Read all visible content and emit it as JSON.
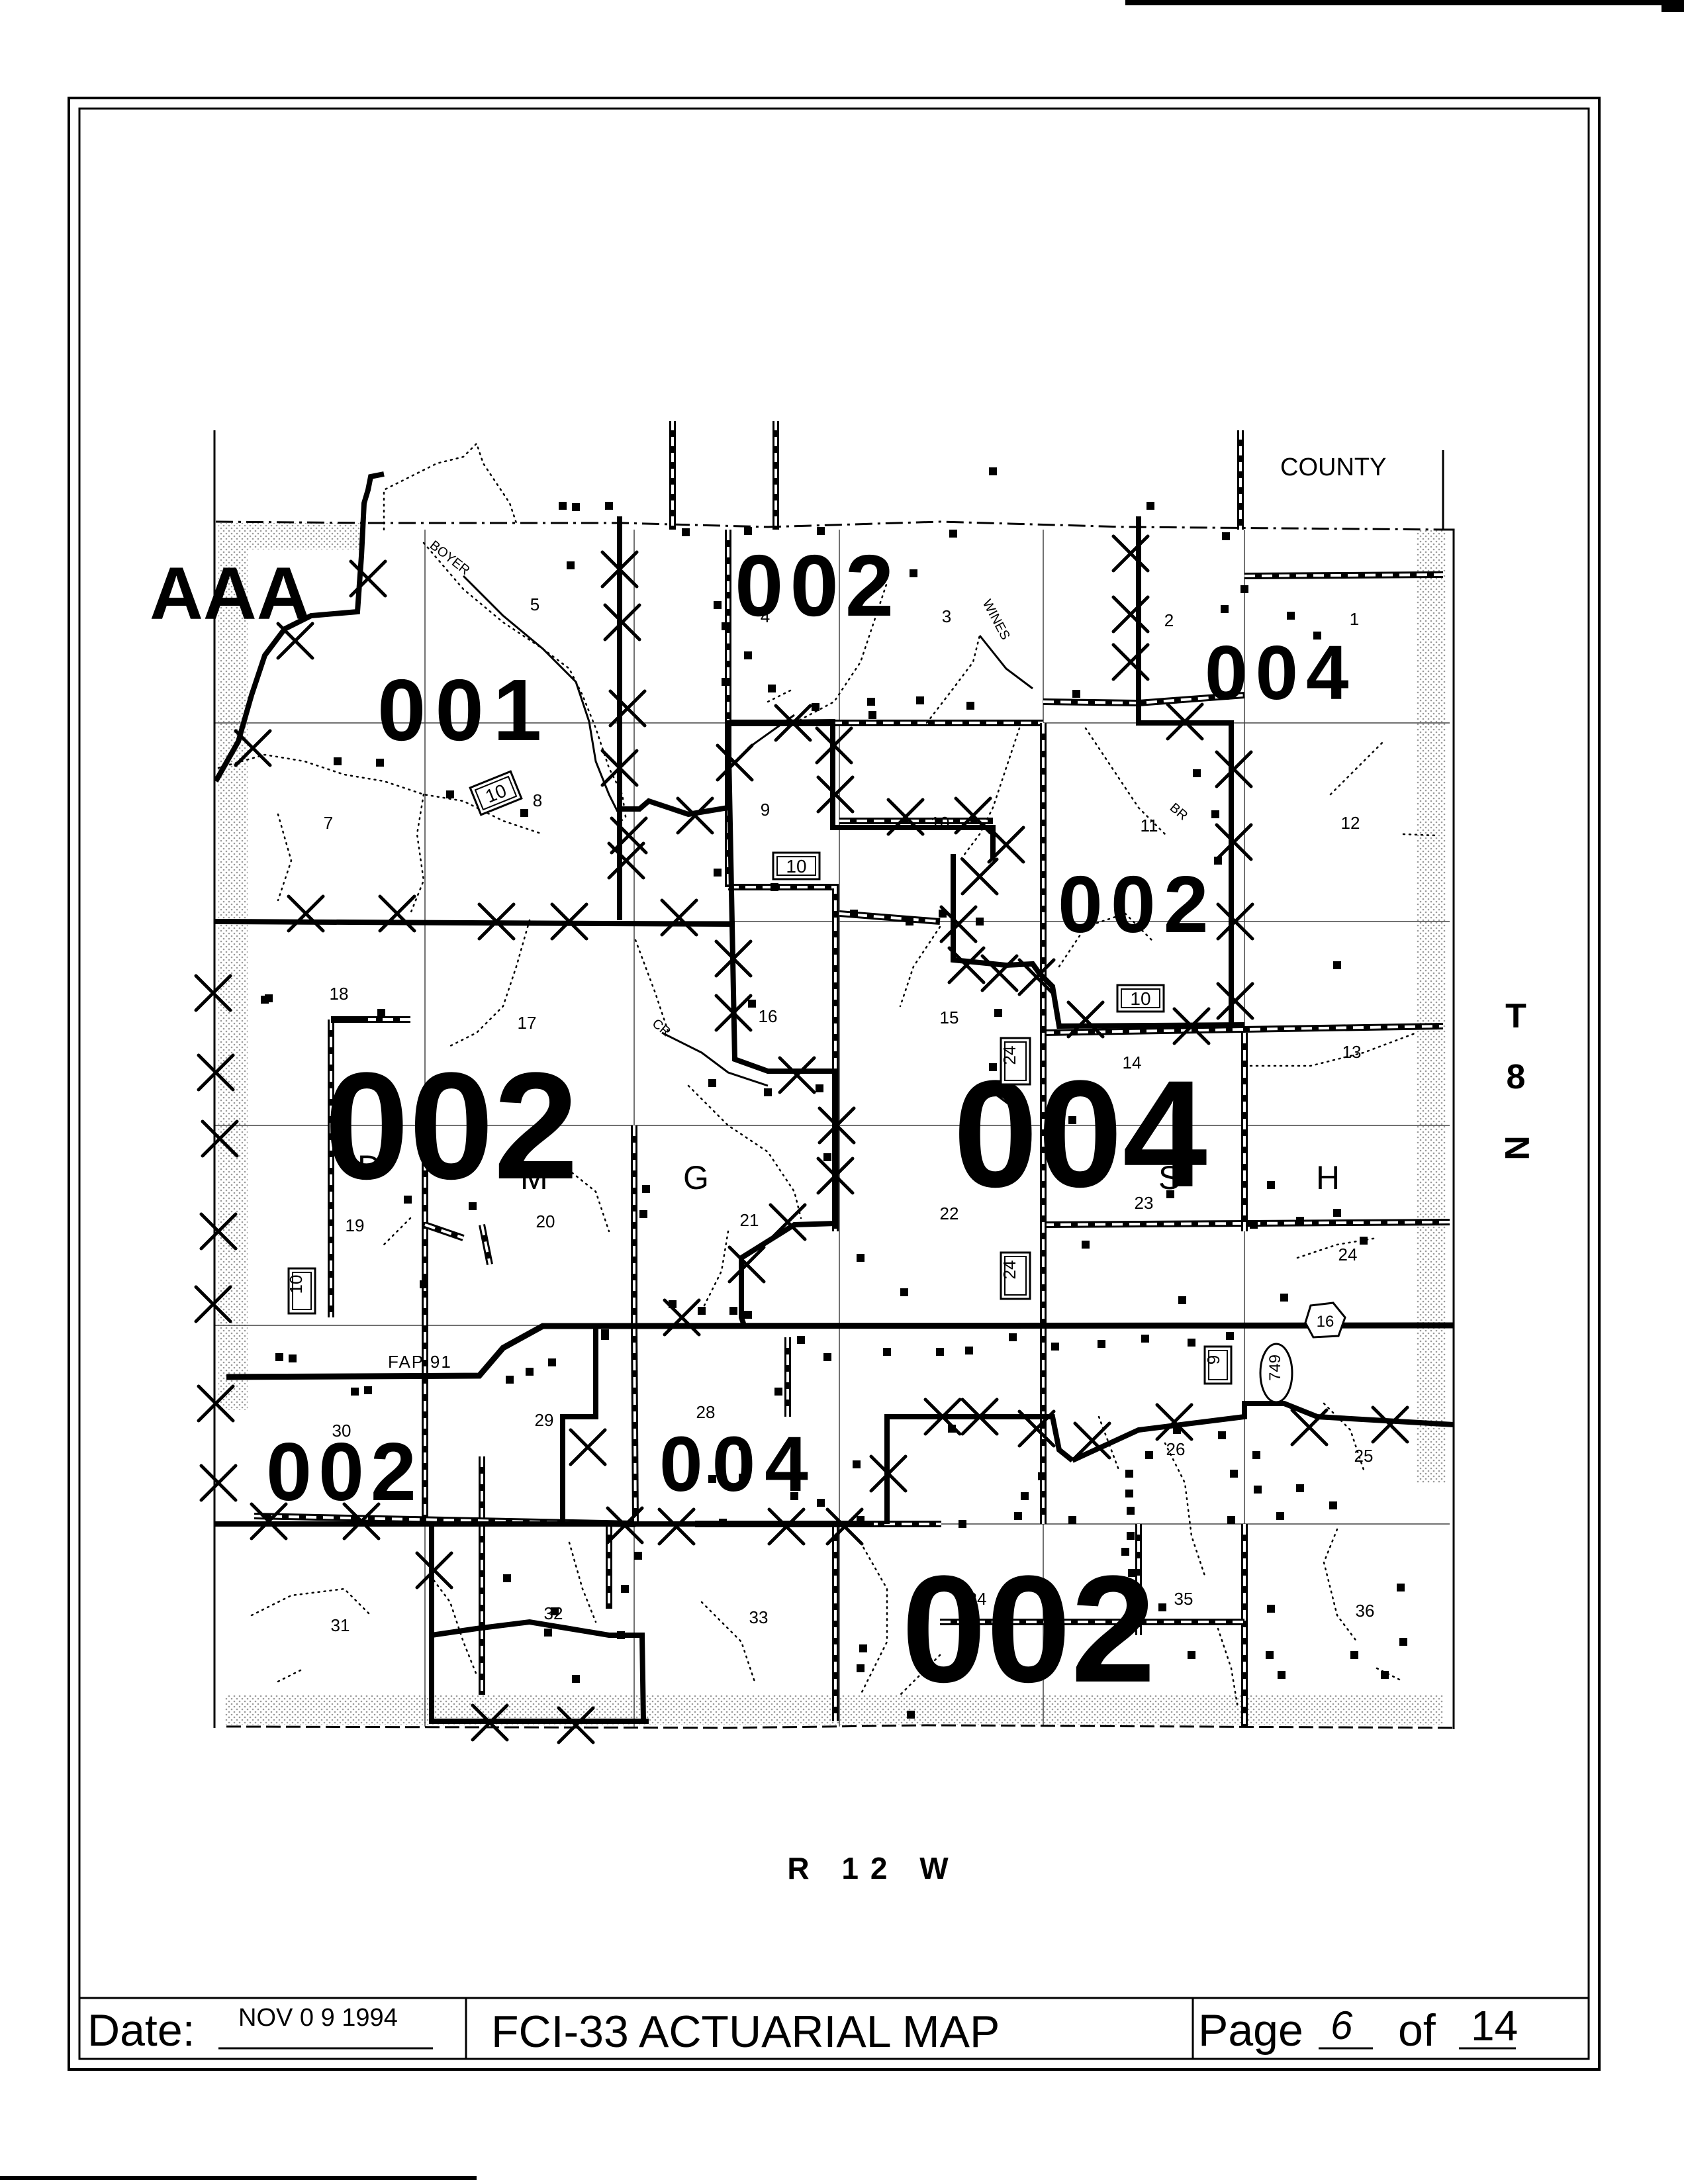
{
  "header": {
    "county_label": "COUNTY"
  },
  "map": {
    "township_label": "T 8 N",
    "township_chars": [
      "T",
      "8",
      "N"
    ],
    "range_label": "R 12 W",
    "section_numbers": [
      "1",
      "2",
      "3",
      "4",
      "5",
      "7",
      "8",
      "9",
      "10",
      "11",
      "12",
      "13",
      "14",
      "15",
      "16",
      "17",
      "18",
      "19",
      "20",
      "21",
      "22",
      "23",
      "24",
      "25",
      "26",
      "28",
      "29",
      "30",
      "31",
      "32",
      "33",
      "34",
      "35",
      "36"
    ],
    "zone_labels": [
      "AAA",
      "001",
      "002",
      "004"
    ],
    "road_shields": [
      "10",
      "24",
      "9",
      "749",
      "16"
    ],
    "road_names": [
      "FAP 91"
    ],
    "stream_names": [
      "BOYER",
      "WINES",
      "BR",
      "CR"
    ],
    "place_letters": [
      "M",
      "G",
      "S",
      "H",
      "D"
    ]
  },
  "footer": {
    "date_label": "Date:",
    "date_value": "NOV 0 9 1994",
    "title": "FCI-33 ACTUARIAL MAP",
    "page_label": "Page",
    "page_current": "6",
    "page_of": "of",
    "page_total": "14"
  },
  "colors": {
    "ink": "#000000",
    "paper": "#ffffff",
    "stipple": "#b8b8b8"
  }
}
